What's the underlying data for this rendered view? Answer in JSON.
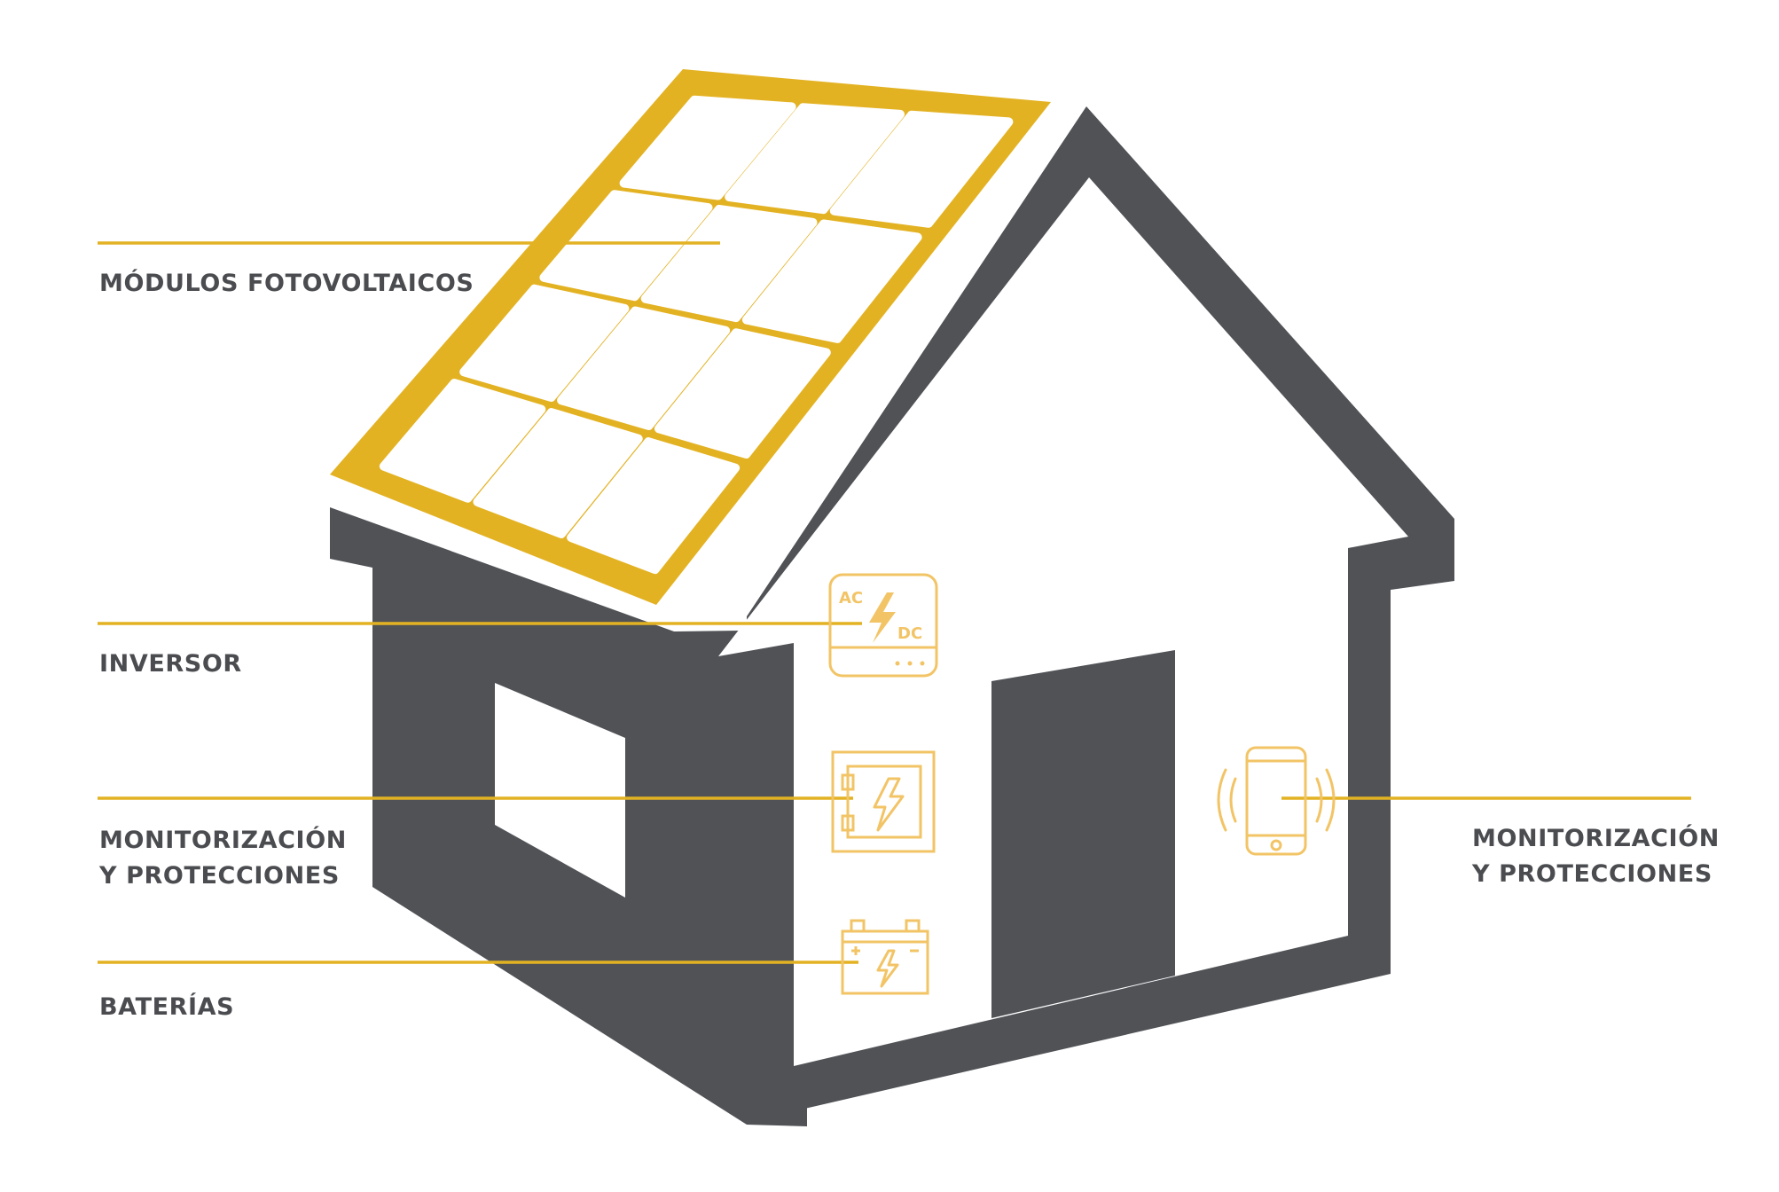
{
  "colors": {
    "accent": "#e3b223",
    "house": "#505256",
    "icon": "#f2c466",
    "background": "#ffffff"
  },
  "labels": {
    "modulos": "MÓDULOS FOTOVOLTAICOS",
    "inversor": "INVERSOR",
    "monitorizacion_left": [
      "MONITORIZACIÓN",
      "Y PROTECCIONES"
    ],
    "baterias": "BATERÍAS",
    "monitorizacion_right": [
      "MONITORIZACIÓN",
      "Y PROTECCIONES"
    ]
  },
  "icons": {
    "inverter": {
      "name": "inverter-icon",
      "text_top": "AC",
      "text_bottom": "DC"
    },
    "protection_panel": {
      "name": "protection-panel-icon"
    },
    "battery": {
      "name": "battery-icon"
    },
    "smartphone": {
      "name": "smartphone-icon"
    }
  }
}
